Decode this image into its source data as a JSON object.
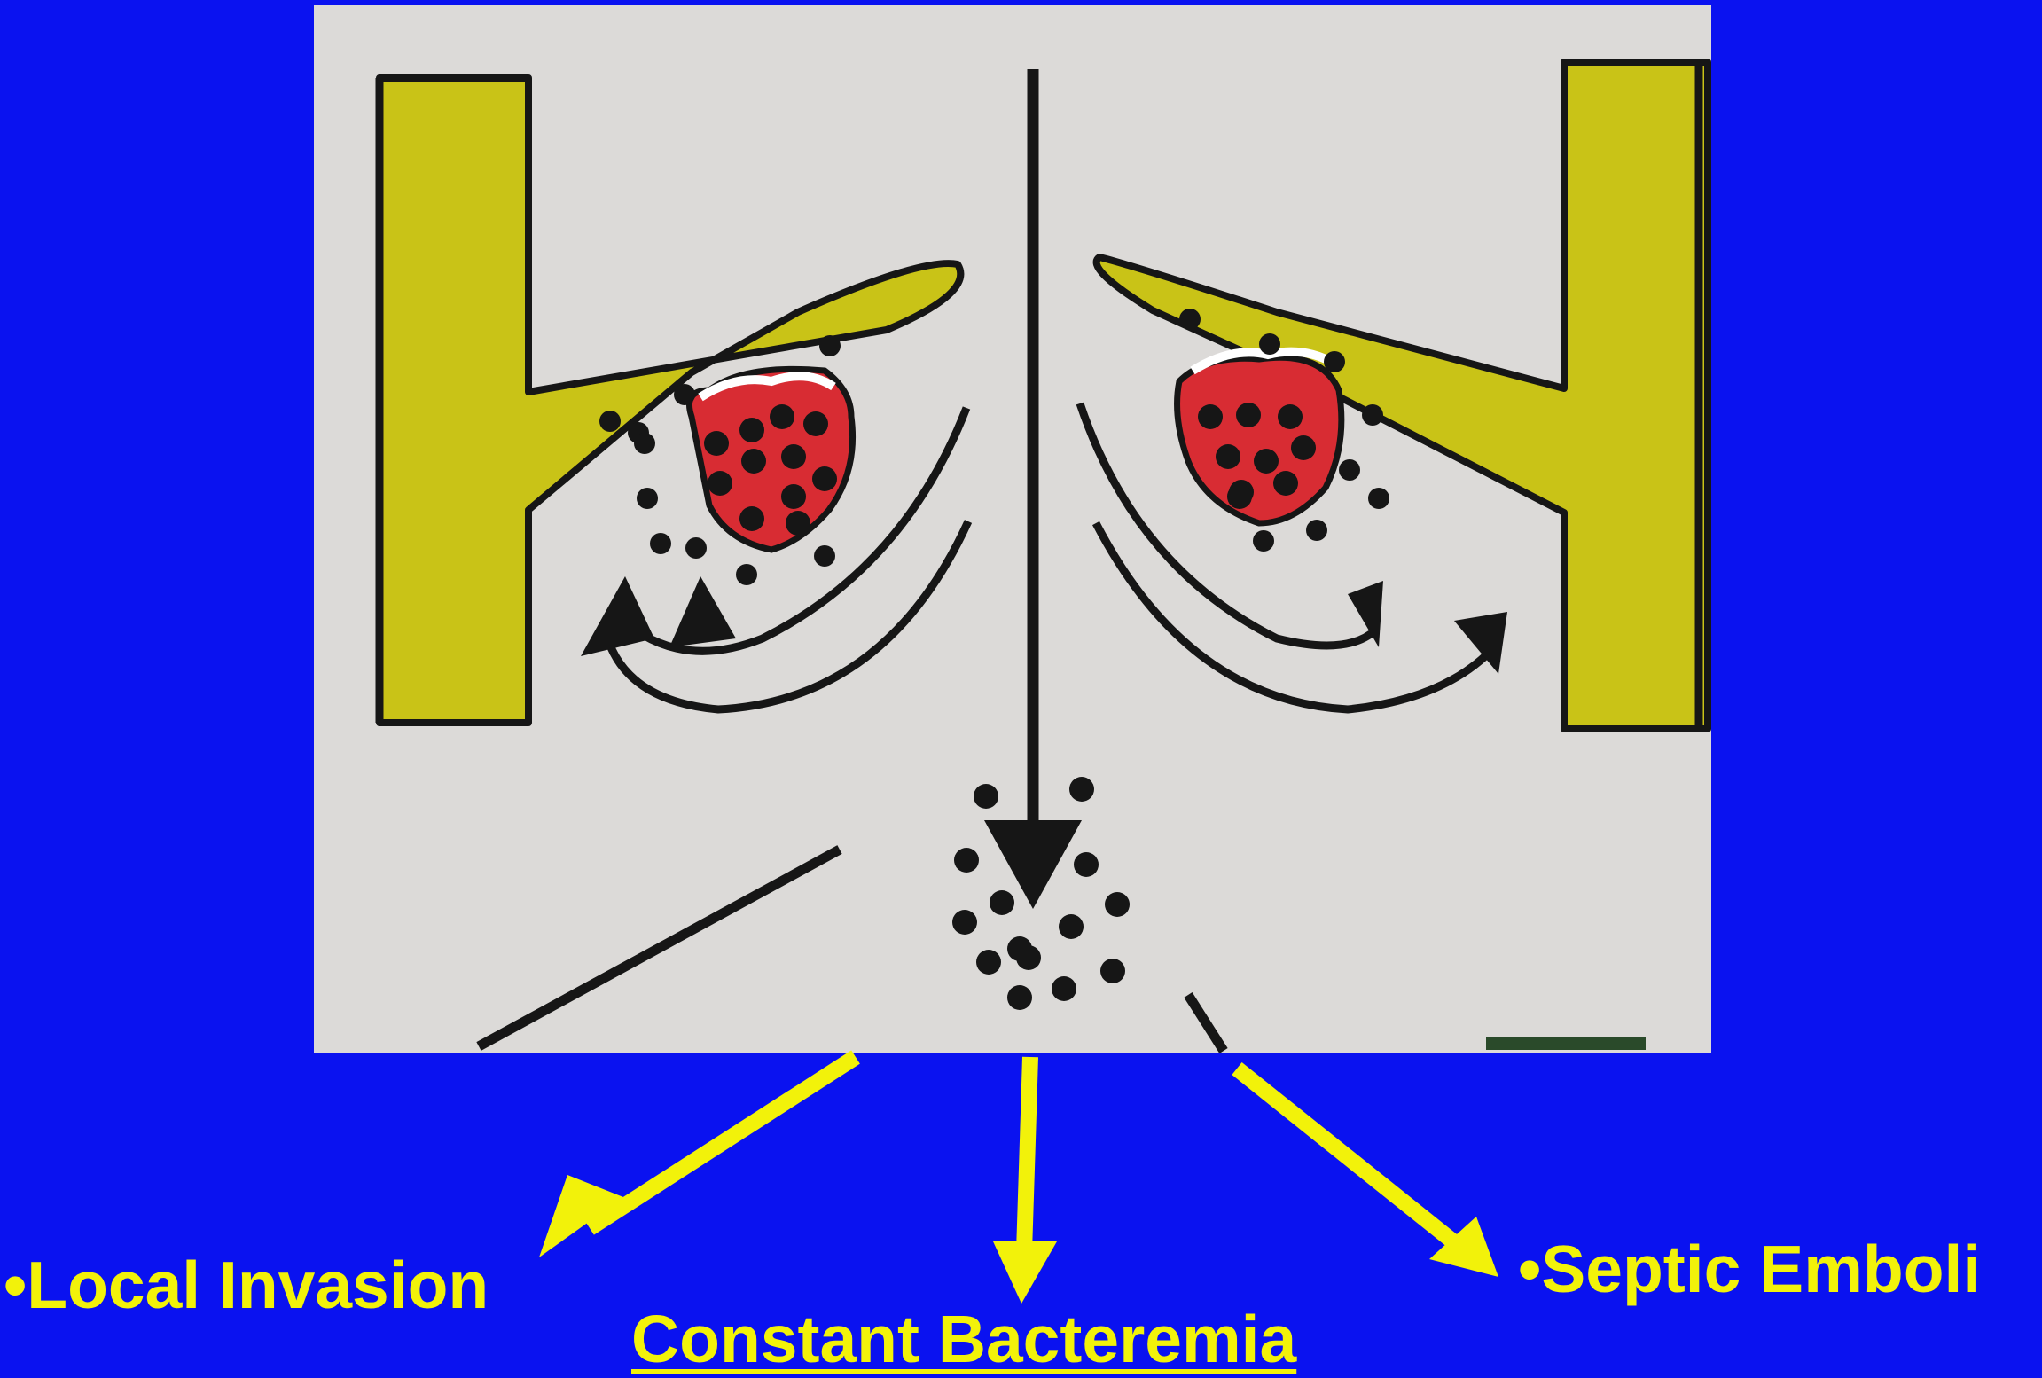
{
  "slide": {
    "background_color": "#0a12f0",
    "accent_color": "#f2f20a"
  },
  "figure": {
    "description_colors": {
      "paper": "#dcdad8",
      "vessel_wall": "#c9c317",
      "vegetation": "#d82c33",
      "ink": "#161616"
    }
  },
  "labels": {
    "local_invasion": "•Local Invasion",
    "constant_bacteremia": "Constant Bacteremia",
    "septic_emboli": "•Septic Emboli"
  },
  "icons": {
    "arrow_left": "arrow-down-left-icon",
    "arrow_center": "arrow-down-icon",
    "arrow_right": "arrow-down-right-icon"
  }
}
